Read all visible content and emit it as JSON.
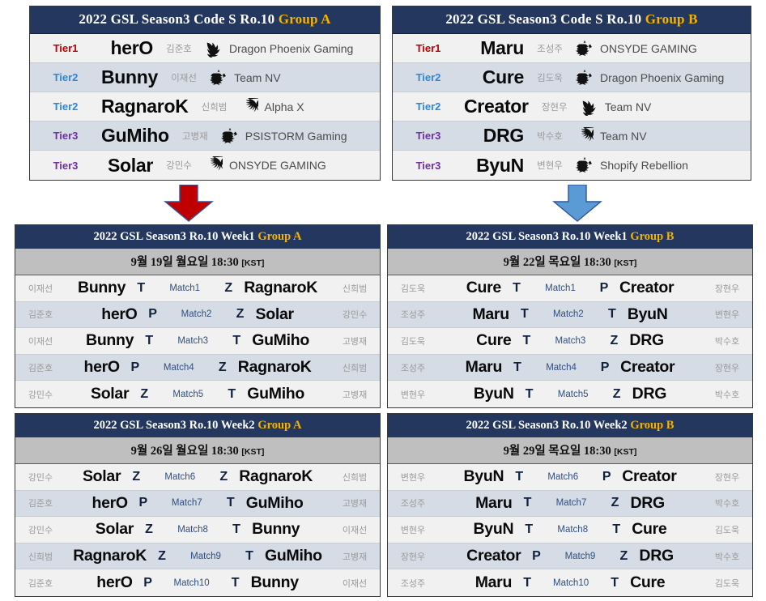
{
  "colors": {
    "header_navy": "#23375f",
    "group_accent": "#f5b301",
    "date_bar": "#bfbfbf",
    "row_light": "#f1f1f1",
    "row_dark": "#d5dce6",
    "tier1": "#c00000",
    "tier2": "#2e86d8",
    "tier3": "#7030a0",
    "arrow_a": "#c00000",
    "arrow_b": "#5b9bd5",
    "match_label": "#2f4f7f",
    "real_name": "#9a9a9a"
  },
  "groups": [
    {
      "id": "group-a",
      "title_main": "2022 GSL Season3 Code S Ro.10 ",
      "title_group": "Group A",
      "players": [
        {
          "tier": "Tier1",
          "tier_class": "tier-1",
          "nick": "herO",
          "real": "김준호",
          "race": "protoss",
          "team": "Dragon Phoenix Gaming"
        },
        {
          "tier": "Tier2",
          "tier_class": "tier-2",
          "nick": "Bunny",
          "real": "이재선",
          "race": "terran",
          "team": "Team NV"
        },
        {
          "tier": "Tier2",
          "tier_class": "tier-2",
          "nick": "RagnaroK",
          "real": "신희범",
          "race": "zerg",
          "team": "Alpha X"
        },
        {
          "tier": "Tier3",
          "tier_class": "tier-3",
          "nick": "GuMiho",
          "real": "고병재",
          "race": "terran",
          "team": "PSISTORM Gaming"
        },
        {
          "tier": "Tier3",
          "tier_class": "tier-3",
          "nick": "Solar",
          "real": "강민수",
          "race": "zerg",
          "team": "ONSYDE GAMING"
        }
      ]
    },
    {
      "id": "group-b",
      "title_main": "2022 GSL Season3 Code S Ro.10 ",
      "title_group": "Group B",
      "players": [
        {
          "tier": "Tier1",
          "tier_class": "tier-1",
          "nick": "Maru",
          "real": "조성주",
          "race": "terran",
          "team": "ONSYDE GAMING"
        },
        {
          "tier": "Tier2",
          "tier_class": "tier-2",
          "nick": "Cure",
          "real": "김도욱",
          "race": "terran",
          "team": "Dragon Phoenix Gaming"
        },
        {
          "tier": "Tier2",
          "tier_class": "tier-2",
          "nick": "Creator",
          "real": "장현우",
          "race": "protoss",
          "team": "Team NV"
        },
        {
          "tier": "Tier3",
          "tier_class": "tier-3",
          "nick": "DRG",
          "real": "박수호",
          "race": "zerg",
          "team": "Team NV"
        },
        {
          "tier": "Tier3",
          "tier_class": "tier-3",
          "nick": "ByuN",
          "real": "변현우",
          "race": "terran",
          "team": "Shopify Rebellion"
        }
      ]
    }
  ],
  "arrows": [
    {
      "id": "arrow-a",
      "name": "arrow-down-group-a",
      "color": "#c00000"
    },
    {
      "id": "arrow-b",
      "name": "arrow-down-group-b",
      "color": "#5b9bd5"
    }
  ],
  "schedules": [
    {
      "id": "w1a",
      "title_main": "2022 GSL Season3 Ro.10 Week1 ",
      "title_group": "Group A",
      "date_text": "9월 19일 월요일 18:30 ",
      "date_kst": "[KST]",
      "matches": [
        {
          "lreal": "이재선",
          "lnick": "Bunny",
          "lrace": "T",
          "label": "Match1",
          "rrace": "Z",
          "rnick": "RagnaroK",
          "rreal": "신희범"
        },
        {
          "lreal": "김준호",
          "lnick": "herO",
          "lrace": "P",
          "label": "Match2",
          "rrace": "Z",
          "rnick": "Solar",
          "rreal": "강민수"
        },
        {
          "lreal": "이재선",
          "lnick": "Bunny",
          "lrace": "T",
          "label": "Match3",
          "rrace": "T",
          "rnick": "GuMiho",
          "rreal": "고병재"
        },
        {
          "lreal": "김준호",
          "lnick": "herO",
          "lrace": "P",
          "label": "Match4",
          "rrace": "Z",
          "rnick": "RagnaroK",
          "rreal": "신희범"
        },
        {
          "lreal": "강민수",
          "lnick": "Solar",
          "lrace": "Z",
          "label": "Match5",
          "rrace": "T",
          "rnick": "GuMiho",
          "rreal": "고병재"
        }
      ]
    },
    {
      "id": "w1b",
      "title_main": "2022 GSL Season3 Ro.10 Week1 ",
      "title_group": "Group B",
      "date_text": "9월 22일 목요일 18:30 ",
      "date_kst": "[KST]",
      "matches": [
        {
          "lreal": "김도욱",
          "lnick": "Cure",
          "lrace": "T",
          "label": "Match1",
          "rrace": "P",
          "rnick": "Creator",
          "rreal": "장현우"
        },
        {
          "lreal": "조성주",
          "lnick": "Maru",
          "lrace": "T",
          "label": "Match2",
          "rrace": "T",
          "rnick": "ByuN",
          "rreal": "변현우"
        },
        {
          "lreal": "김도욱",
          "lnick": "Cure",
          "lrace": "T",
          "label": "Match3",
          "rrace": "Z",
          "rnick": "DRG",
          "rreal": "박수호"
        },
        {
          "lreal": "조성주",
          "lnick": "Maru",
          "lrace": "T",
          "label": "Match4",
          "rrace": "P",
          "rnick": "Creator",
          "rreal": "장현우"
        },
        {
          "lreal": "변현우",
          "lnick": "ByuN",
          "lrace": "T",
          "label": "Match5",
          "rrace": "Z",
          "rnick": "DRG",
          "rreal": "박수호"
        }
      ]
    },
    {
      "id": "w2a",
      "title_main": "2022 GSL Season3 Ro.10 Week2 ",
      "title_group": "Group A",
      "date_text": "9월 26일 월요일 18:30 ",
      "date_kst": "[KST]",
      "matches": [
        {
          "lreal": "강민수",
          "lnick": "Solar",
          "lrace": "Z",
          "label": "Match6",
          "rrace": "Z",
          "rnick": "RagnaroK",
          "rreal": "신희범"
        },
        {
          "lreal": "김준호",
          "lnick": "herO",
          "lrace": "P",
          "label": "Match7",
          "rrace": "T",
          "rnick": "GuMiho",
          "rreal": "고병재"
        },
        {
          "lreal": "강민수",
          "lnick": "Solar",
          "lrace": "Z",
          "label": "Match8",
          "rrace": "T",
          "rnick": "Bunny",
          "rreal": "이재선"
        },
        {
          "lreal": "신희범",
          "lnick": "RagnaroK",
          "lrace": "Z",
          "label": "Match9",
          "rrace": "T",
          "rnick": "GuMiho",
          "rreal": "고병재"
        },
        {
          "lreal": "김준호",
          "lnick": "herO",
          "lrace": "P",
          "label": "Match10",
          "rrace": "T",
          "rnick": "Bunny",
          "rreal": "이재선"
        }
      ]
    },
    {
      "id": "w2b",
      "title_main": "2022 GSL Season3 Ro.10 Week2 ",
      "title_group": "Group B",
      "date_text": "9월 29일 목요일 18:30 ",
      "date_kst": "[KST]",
      "matches": [
        {
          "lreal": "변현우",
          "lnick": "ByuN",
          "lrace": "T",
          "label": "Match6",
          "rrace": "P",
          "rnick": "Creator",
          "rreal": "장현우"
        },
        {
          "lreal": "조성주",
          "lnick": "Maru",
          "lrace": "T",
          "label": "Match7",
          "rrace": "Z",
          "rnick": "DRG",
          "rreal": "박수호"
        },
        {
          "lreal": "변현우",
          "lnick": "ByuN",
          "lrace": "T",
          "label": "Match8",
          "rrace": "T",
          "rnick": "Cure",
          "rreal": "김도욱"
        },
        {
          "lreal": "장현우",
          "lnick": "Creator",
          "lrace": "P",
          "label": "Match9",
          "rrace": "Z",
          "rnick": "DRG",
          "rreal": "박수호"
        },
        {
          "lreal": "조성주",
          "lnick": "Maru",
          "lrace": "T",
          "label": "Match10",
          "rrace": "T",
          "rnick": "Cure",
          "rreal": "김도욱"
        }
      ]
    }
  ]
}
